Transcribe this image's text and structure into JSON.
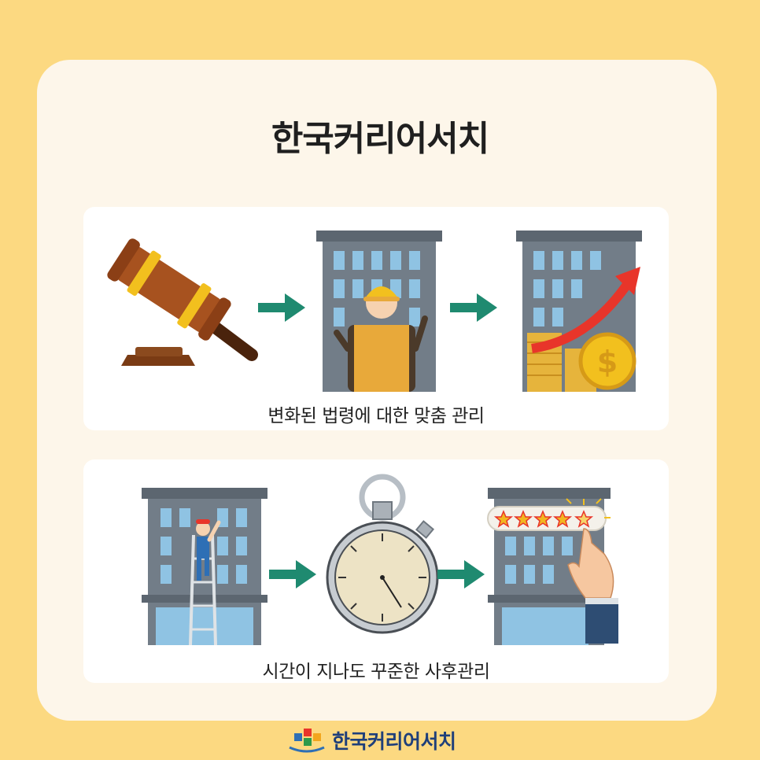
{
  "title": "한국커리어서치",
  "panels": [
    {
      "caption": "변화된 법령에 대한 맞춤 관리",
      "icons": [
        "gavel-icon",
        "building-worker-icon",
        "building-growth-icon"
      ]
    },
    {
      "caption": "시간이 지나도 꾸준한 사후관리",
      "icons": [
        "building-ladder-icon",
        "stopwatch-icon",
        "building-rating-icon"
      ]
    }
  ],
  "footer": {
    "brand": "한국커리어서치"
  },
  "colors": {
    "background": "#fcd981",
    "card": "#fdf6ea",
    "arrow": "#1f8a70",
    "accent": "#e8352a"
  }
}
